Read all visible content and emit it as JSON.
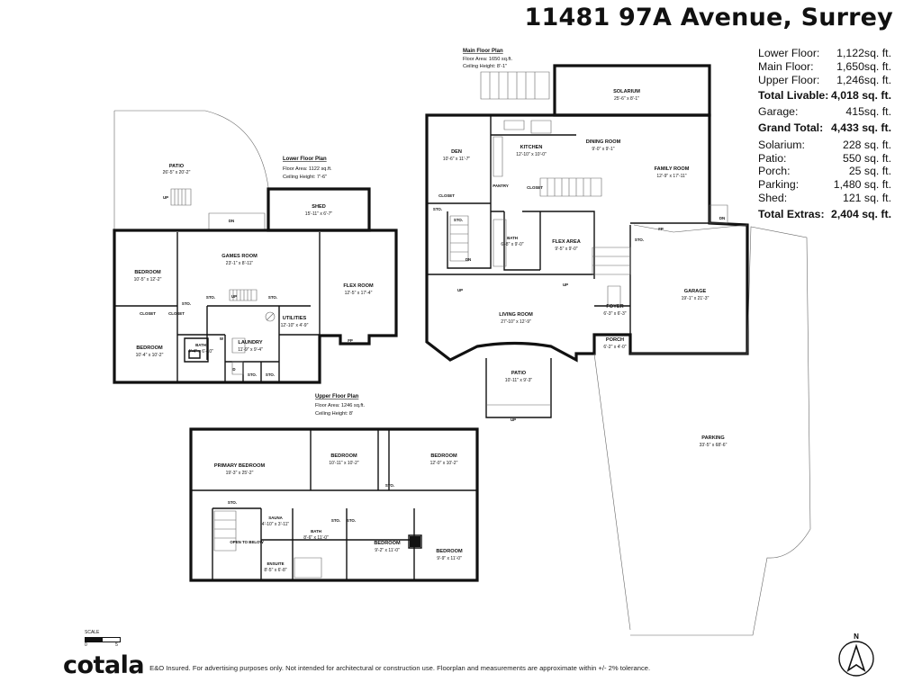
{
  "title": "11481 97A Avenue, Surrey",
  "areas": {
    "lower": {
      "label": "Lower Floor:",
      "value": "1,122sq. ft."
    },
    "main": {
      "label": "Main Floor:",
      "value": "1,650sq. ft."
    },
    "upper": {
      "label": "Upper Floor:",
      "value": "1,246sq. ft."
    },
    "livable": {
      "label": "Total Livable:",
      "value": "4,018 sq. ft."
    },
    "garage": {
      "label": "Garage:",
      "value": "415sq. ft."
    },
    "grand": {
      "label": "Grand Total:",
      "value": "4,433 sq. ft."
    },
    "solarium": {
      "label": "Solarium:",
      "value": "228 sq. ft."
    },
    "patio": {
      "label": "Patio:",
      "value": "550 sq. ft."
    },
    "porch": {
      "label": "Porch:",
      "value": "25 sq. ft."
    },
    "parking": {
      "label": "Parking:",
      "value": "1,480 sq. ft."
    },
    "shed": {
      "label": "Shed:",
      "value": "121 sq. ft."
    },
    "extras": {
      "label": "Total Extras:",
      "value": "2,404 sq. ft."
    }
  },
  "plans": {
    "lower": {
      "name": "Lower Floor Plan",
      "area": "Floor Area: 1122 sq.ft.",
      "ceiling": "Ceiling Height: 7'-6\""
    },
    "main": {
      "name": "Main Floor Plan",
      "area": "Floor Area: 1650 sq.ft.",
      "ceiling": "Ceiling Height: 8'-1\""
    },
    "upper": {
      "name": "Upper Floor Plan",
      "area": "Floor Area: 1246 sq.ft.",
      "ceiling": "Ceiling Height: 8'"
    }
  },
  "rooms": {
    "patio_lower": {
      "name": "PATIO",
      "dim": "26'-5\" x 20'-2\""
    },
    "shed": {
      "name": "SHED",
      "dim": "15'-11\" x 6'-7\""
    },
    "games": {
      "name": "GAMES ROOM",
      "dim": "23'-1\" x 8'-11\""
    },
    "bed_lower1": {
      "name": "BEDROOM",
      "dim": "10'-5\" x 12'-2\""
    },
    "flex_lower": {
      "name": "FLEX ROOM",
      "dim": "12'-5\" x 17'-4\""
    },
    "utilities": {
      "name": "UTILITIES",
      "dim": "12'-10\" x 4'-9\""
    },
    "laundry": {
      "name": "LAUNDRY",
      "dim": "11'-9\" x 9'-4\""
    },
    "bed_lower2": {
      "name": "BEDROOM",
      "dim": "10'-4\" x 10'-2\""
    },
    "bath_lower": {
      "name": "BATH",
      "dim": "4'-4\" x 6'-10\""
    },
    "solarium": {
      "name": "SOLARIUM",
      "dim": "25'-6\" x 8'-1\""
    },
    "den": {
      "name": "DEN",
      "dim": "10'-6\" x 11'-7\""
    },
    "kitchen": {
      "name": "KITCHEN",
      "dim": "12'-10\" x 10'-0\""
    },
    "dining": {
      "name": "DINING ROOM",
      "dim": "9'-0\" x 9'-1\""
    },
    "family": {
      "name": "FAMILY ROOM",
      "dim": "12'-9\" x 17'-11\""
    },
    "bath_main": {
      "name": "BATH",
      "dim": "6'-8\" x 9'-0\""
    },
    "flex_main": {
      "name": "FLEX AREA",
      "dim": "9'-5\" x 9'-0\""
    },
    "living": {
      "name": "LIVING ROOM",
      "dim": "27'-10\" x 12'-9\""
    },
    "foyer": {
      "name": "FOYER",
      "dim": "6'-3\" x 6'-3\""
    },
    "porch": {
      "name": "PORCH",
      "dim": "6'-2\" x 4'-0\""
    },
    "garage": {
      "name": "GARAGE",
      "dim": "19'-1\" x 21'-3\""
    },
    "patio_main": {
      "name": "PATIO",
      "dim": "10'-11\" x 9'-3\""
    },
    "parking": {
      "name": "PARKING",
      "dim": "33'-5\" x 68'-6\""
    },
    "primary": {
      "name": "PRIMARY BEDROOM",
      "dim": "19'-3\" x 25'-2\""
    },
    "bed_up1": {
      "name": "BEDROOM",
      "dim": "10'-11\" x 10'-2\""
    },
    "bed_up2": {
      "name": "BEDROOM",
      "dim": "12'-0\" x 10'-2\""
    },
    "sauna": {
      "name": "SAUNA",
      "dim": "4'-10\" x 3'-11\""
    },
    "bath_up": {
      "name": "BATH",
      "dim": "8'-6\" x 11'-0\""
    },
    "ensuite": {
      "name": "ENSUITE",
      "dim": "8'-5\" x 6'-8\""
    },
    "bed_up3": {
      "name": "BEDROOM",
      "dim": "9'-2\" x 11'-0\""
    },
    "bed_up4": {
      "name": "BEDROOM",
      "dim": "9'-9\" x 11'-0\""
    }
  },
  "small_labels": {
    "closet": "CLOSET",
    "sto": "STO.",
    "pantry": "PANTRY",
    "up": "UP",
    "dn": "DN",
    "fp": "FP",
    "open_below": "OPEN TO BELOW",
    "w": "W",
    "d": "D"
  },
  "scale": {
    "label": "SCALE",
    "start": "0",
    "end": "5"
  },
  "compass": {
    "label": "N"
  },
  "footer": {
    "logo": "cotala",
    "disclaimer": "E&O Insured. For advertising purposes only. Not intended for architectural or construction use. Floorplan and measurements are approximate within +/- 2% tolerance."
  }
}
